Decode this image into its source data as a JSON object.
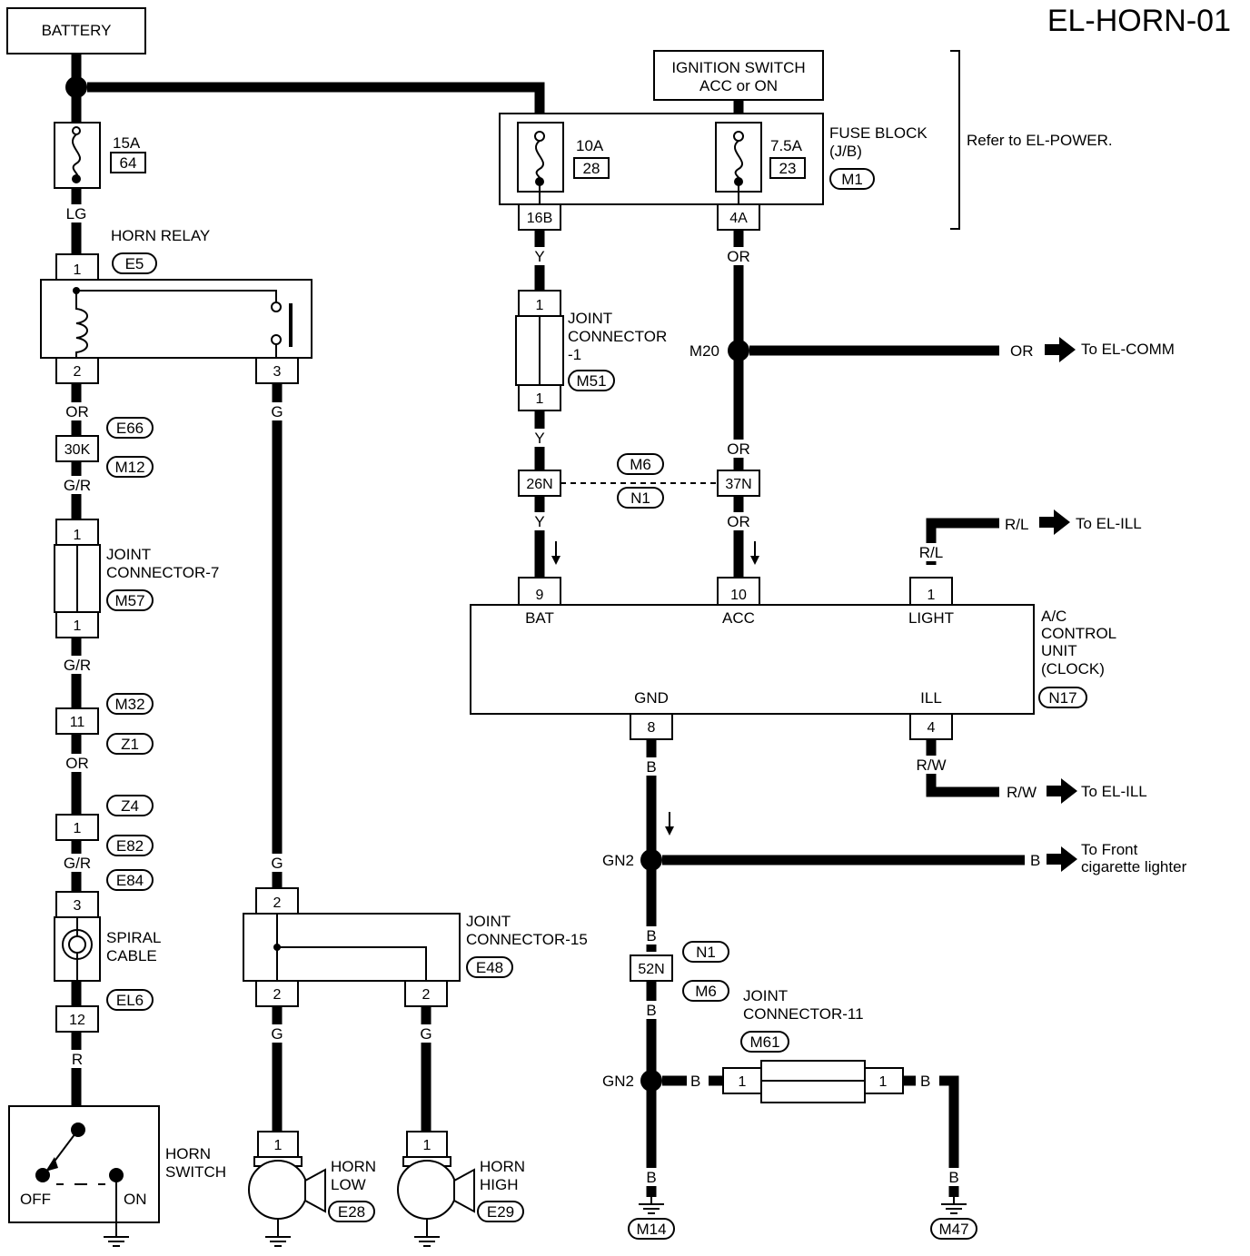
{
  "title": "EL-HORN-01",
  "battery": "BATTERY",
  "ignition": [
    "IGNITION SWITCH",
    "ACC or ON"
  ],
  "fuse_block": [
    "FUSE BLOCK",
    "(J/B)"
  ],
  "fuse_block_conn": "M1",
  "refer": "Refer to EL-POWER.",
  "fuses": [
    {
      "amp": "15A",
      "num": "64"
    },
    {
      "amp": "10A",
      "num": "28"
    },
    {
      "amp": "7.5A",
      "num": "23"
    }
  ],
  "fb_pins": [
    "16B",
    "4A"
  ],
  "wire_colors": {
    "lg": "LG",
    "or": "OR",
    "gr": "G/R",
    "g": "G",
    "r": "R",
    "y": "Y",
    "b": "B",
    "rl": "R/L",
    "rw": "R/W"
  },
  "horn_relay": {
    "name": "HORN RELAY",
    "conn": "E5",
    "pins": [
      "1",
      "2",
      "3"
    ]
  },
  "connectors": {
    "e66": "E66",
    "m12": "M12",
    "pin_30k": "30K",
    "m32": "M32",
    "z1": "Z1",
    "pin_11": "11",
    "z4": "Z4",
    "e82": "E82",
    "e84": "E84",
    "el6": "EL6",
    "pin_12": "12",
    "m6": "M6",
    "n1": "N1",
    "pin_26n": "26N",
    "pin_37n": "37N",
    "pin_52n": "52N"
  },
  "joint7": {
    "name": [
      "JOINT",
      "CONNECTOR-7"
    ],
    "conn": "M57",
    "pin": "1"
  },
  "joint1": {
    "name": [
      "JOINT",
      "CONNECTOR",
      "-1"
    ],
    "conn": "M51",
    "pin": "1"
  },
  "joint15": {
    "name": "JOINT",
    "name2": "CONNECTOR-15",
    "conn": "E48",
    "pin": "2"
  },
  "joint11": {
    "name": "JOINT",
    "name2": "CONNECTOR-11",
    "conn": "M61",
    "pin": "1"
  },
  "spiral": {
    "name": [
      "SPIRAL",
      "CABLE"
    ],
    "pin": "3"
  },
  "horn_switch": {
    "name": [
      "HORN",
      "SWITCH"
    ],
    "off": "OFF",
    "on": "ON"
  },
  "horn_low": {
    "name": [
      "HORN",
      "LOW"
    ],
    "conn": "E28",
    "pin": "1"
  },
  "horn_high": {
    "name": [
      "HORN",
      "HIGH"
    ],
    "conn": "E29",
    "pin": "1"
  },
  "splices": {
    "m20": "M20",
    "gn2": "GN2"
  },
  "refs": {
    "comm": "To EL-COMM",
    "ill": "To EL-ILL",
    "lighter": [
      "To Front",
      "cigarette lighter"
    ]
  },
  "ac_unit": {
    "name": [
      "A/C",
      "CONTROL",
      "UNIT",
      "(CLOCK)"
    ],
    "conn": "N17",
    "pins": [
      {
        "num": "9",
        "label": "BAT"
      },
      {
        "num": "10",
        "label": "ACC"
      },
      {
        "num": "1",
        "label": "LIGHT"
      },
      {
        "num": "8",
        "label": "GND"
      },
      {
        "num": "4",
        "label": "ILL"
      }
    ]
  },
  "grounds": [
    "M14",
    "M47"
  ]
}
